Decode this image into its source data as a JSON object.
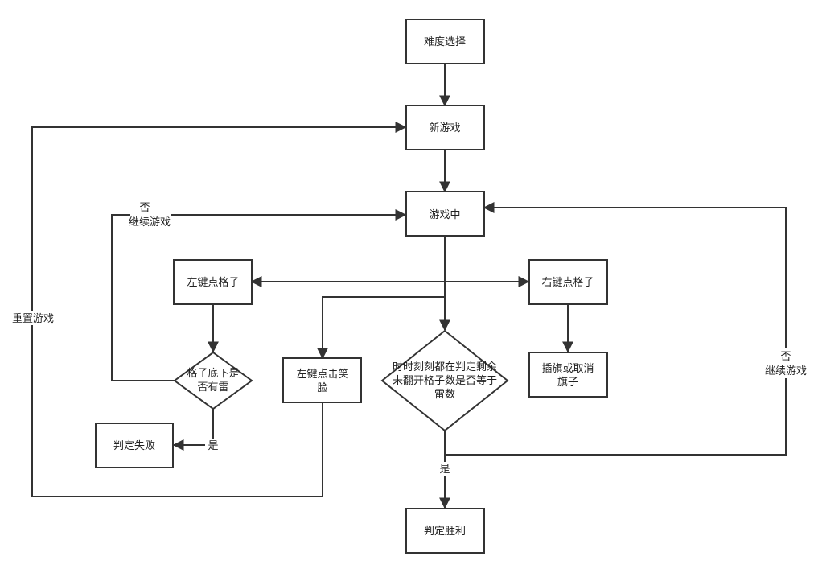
{
  "nodes": {
    "difficulty": "难度选择",
    "new_game": "新游戏",
    "in_game": "游戏中",
    "left_click_cell": "左键点格子",
    "right_click_cell": "右键点格子",
    "mine_check": [
      "格子底下是",
      "否有雷"
    ],
    "left_click_smile": [
      "左键点击笑",
      "脸"
    ],
    "win_check": [
      "时时刻刻都在判定剩余",
      "未翻开格子数是否等于",
      "雷数"
    ],
    "flag_toggle": [
      "插旗或取消",
      "旗子"
    ],
    "judge_fail": "判定失败",
    "judge_win": "判定胜利"
  },
  "edge_labels": {
    "no_continue_left": [
      "否",
      "继续游戏"
    ],
    "no_continue_right": [
      "否",
      "继续游戏"
    ],
    "yes_fail": "是",
    "yes_win": "是",
    "reset_game": "重置游戏"
  }
}
